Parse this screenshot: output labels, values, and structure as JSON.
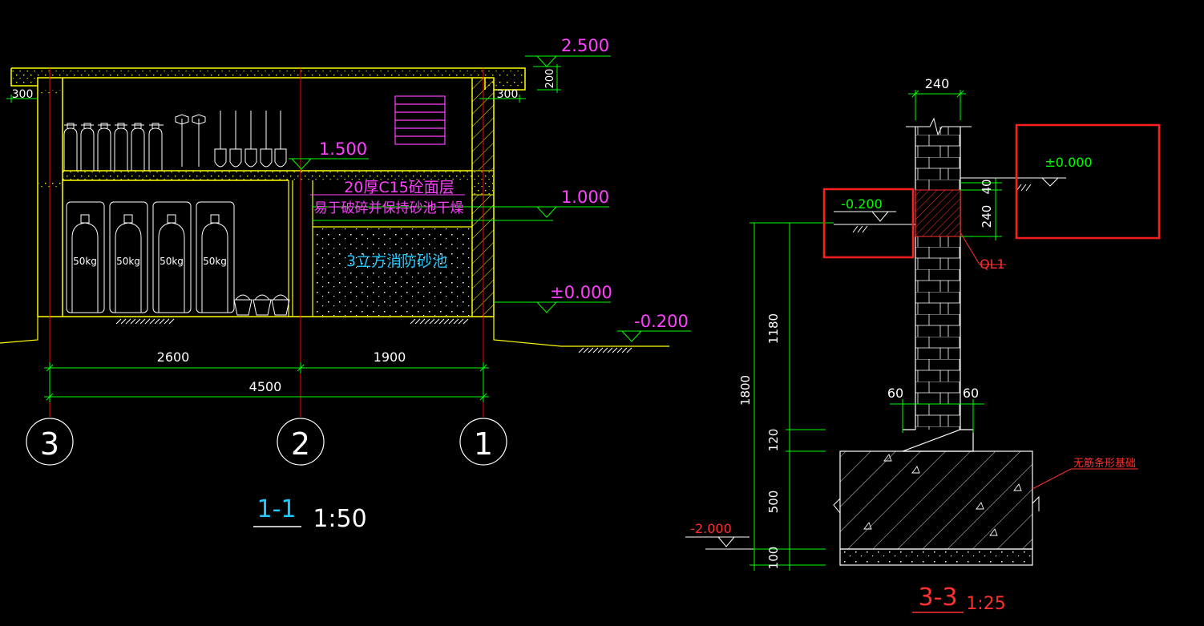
{
  "colors": {
    "background": "#000000",
    "outline": "#ffff00",
    "dimension": "#00ff00",
    "axis": "#ff0000",
    "text_magenta": "#ff40ff",
    "text_cyan": "#20c8ff",
    "text_white": "#ffffff",
    "text_green": "#00ff00",
    "text_red": "#ff3030",
    "highlight_box": "#ff1e1e",
    "hatch_red": "#ff3030"
  },
  "section_1_1": {
    "title": "1-1",
    "scale": "1:50",
    "elev_roof": "2.500",
    "elev_shelf": "1.500",
    "elev_sand": "1.000",
    "elev_floor": "±0.000",
    "elev_ground": "-0.200",
    "dim_roof_thickness": "200",
    "dim_left_overhang": "300",
    "dim_right_overhang": "300",
    "dim_span_left": "2600",
    "dim_span_right": "1900",
    "dim_total": "4500",
    "axis_labels": [
      "3",
      "2",
      "1"
    ],
    "note_line1": "20厚C15砼面层",
    "note_line2": "易于破碎并保持砂池干燥",
    "sand_pit_label": "3立方消防砂池",
    "cylinder_labels": [
      "50kg",
      "50kg",
      "50kg",
      "50kg"
    ]
  },
  "section_3_3": {
    "title": "3-3",
    "scale": "1:25",
    "dim_wall_width": "240",
    "dim_ql1_height": "240",
    "dim_ql1_offset": "40",
    "dim_height_total": "1800",
    "dim_wall_height": "1180",
    "dim_step_height": "120",
    "dim_footing_height": "500",
    "dim_cushion_height": "100",
    "dim_step_left": "60",
    "dim_step_right": "60",
    "elev_inner": "-0.200",
    "elev_outer": "±0.000",
    "elev_bottom": "-2.000",
    "label_ql1": "QL1",
    "label_footing": "无筋条形基础"
  }
}
